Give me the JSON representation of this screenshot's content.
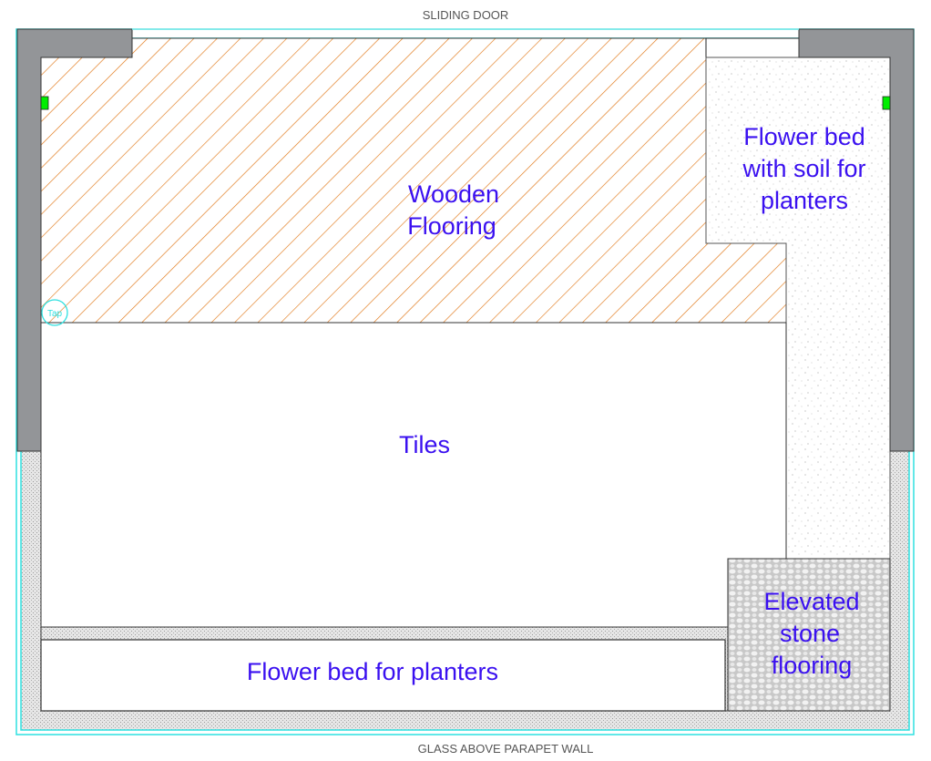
{
  "captions": {
    "top": "SLIDING DOOR",
    "bottom": "GLASS ABOVE PARAPET WALL"
  },
  "zones": {
    "wooden": [
      "Wooden",
      "Flooring"
    ],
    "flower_right": [
      "Flower bed",
      "with soil for",
      "planters"
    ],
    "tiles": "Tiles",
    "flower_bottom": "Flower bed for planters",
    "stone": [
      "Elevated",
      "stone",
      "flooring"
    ]
  },
  "tap_label": "Tap",
  "colors": {
    "label": "#3a10f0",
    "wall": "#939598",
    "hatch": "#e07818",
    "glass": "#2ee0e0",
    "marker": "#00ee00"
  }
}
